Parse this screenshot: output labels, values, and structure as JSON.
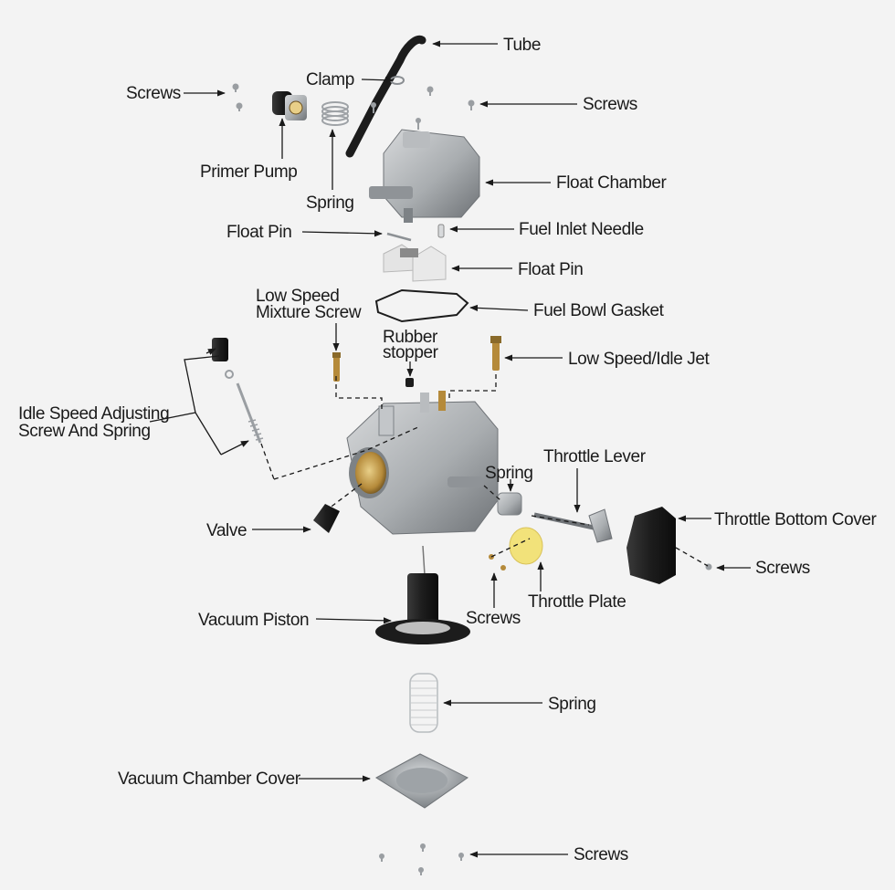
{
  "labels": {
    "tube": "Tube",
    "clamp": "Clamp",
    "screws_top_left": "Screws",
    "screws_top_right": "Screws",
    "primer_pump": "Primer Pump",
    "spring_top": "Spring",
    "float_chamber": "Float Chamber",
    "float_pin_left": "Float Pin",
    "fuel_inlet_needle": "Fuel Inlet Needle",
    "float_pin_right": "Float Pin",
    "low_speed_mixture_screw_line1": "Low Speed",
    "low_speed_mixture_screw_line2": "Mixture Screw",
    "fuel_bowl_gasket": "Fuel Bowl Gasket",
    "rubber_stopper_line1": "Rubber",
    "rubber_stopper_line2": "stopper",
    "low_speed_idle_jet": "Low Speed/Idle Jet",
    "idle_speed_line1": "Idle Speed Adjusting",
    "idle_speed_line2": "Screw And Spring",
    "throttle_lever": "Throttle Lever",
    "spring_middle": "Spring",
    "throttle_bottom_cover": "Throttle Bottom Cover",
    "valve": "Valve",
    "screws_right": "Screws",
    "throttle_plate": "Throttle Plate",
    "screws_middle": "Screws",
    "vacuum_piston": "Vacuum Piston",
    "spring_bottom": "Spring",
    "vacuum_chamber_cover": "Vacuum Chamber Cover",
    "screws_bottom": "Screws"
  },
  "colors": {
    "background": "#f3f3f3",
    "metal": "#a9adb0",
    "metal_dark": "#6f7377",
    "black_part": "#1c1c1c",
    "brass": "#b58a3a",
    "throttle_plate": "#f2e27a",
    "text": "#1a1a1a"
  }
}
